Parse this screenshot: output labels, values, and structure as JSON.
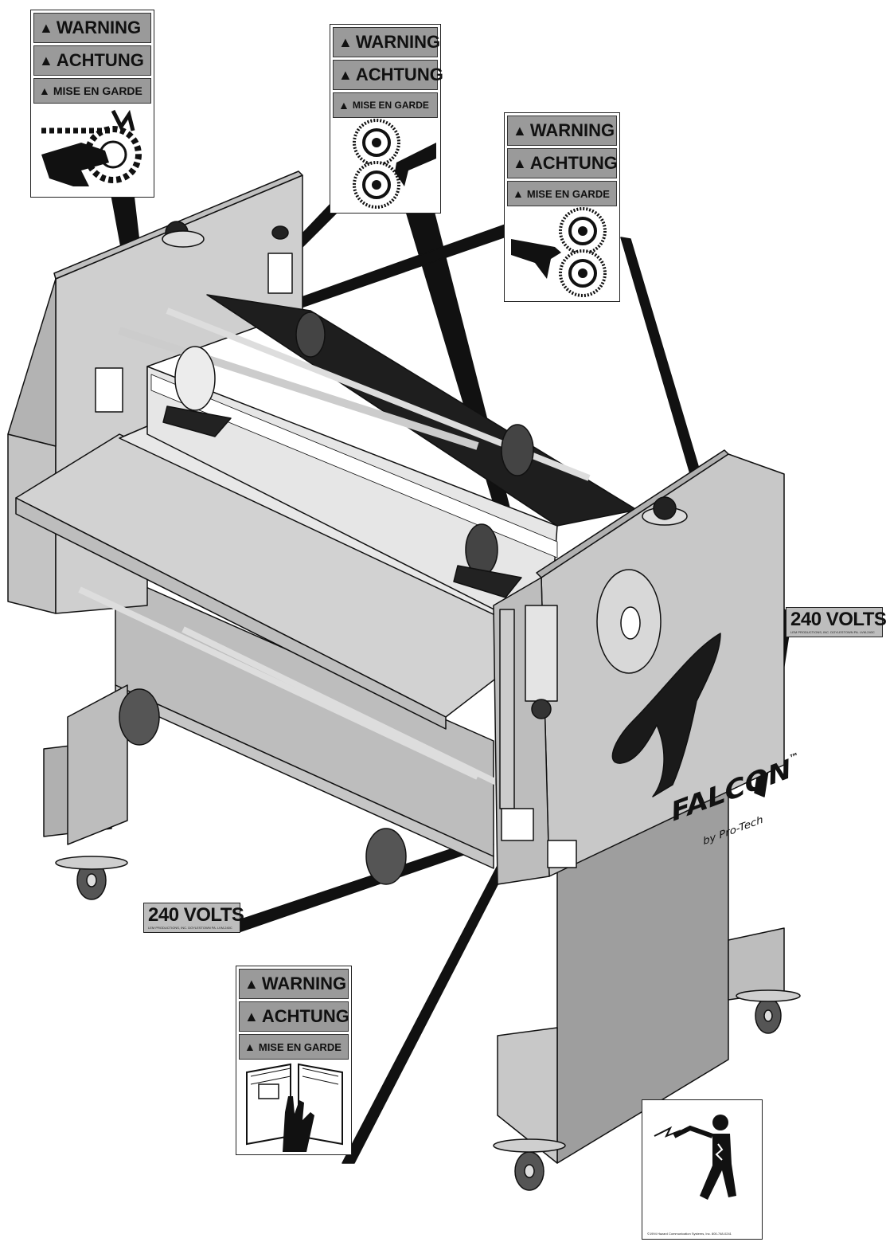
{
  "labels": {
    "warning": "WARNING",
    "achtung": "ACHTUNG",
    "mise_en_garde": "MISE EN GARDE"
  },
  "volts_label": {
    "text": "240 VOLTS",
    "fine_print": "LEM PRODUCTIONS, INC. DOYLESTOWN PA.    LVM-240C"
  },
  "shock_label": {
    "copyright": "©1994 Hazard Communication Systems, Inc. 800-748-0241"
  },
  "machine": {
    "brand": "FALCON",
    "trademark": "™",
    "maker": "by Pro-Tech"
  },
  "colors": {
    "panel": "#c8c8c8",
    "panel_dark": "#9e9e9e",
    "belt": "#1e1e1e",
    "outline": "#111111",
    "label_band": "#9a9a9a"
  },
  "icons": [
    "warning-triangle-icon",
    "chain-pinch-icon",
    "roller-pinch-icon",
    "manual-read-icon",
    "electric-shock-icon"
  ]
}
